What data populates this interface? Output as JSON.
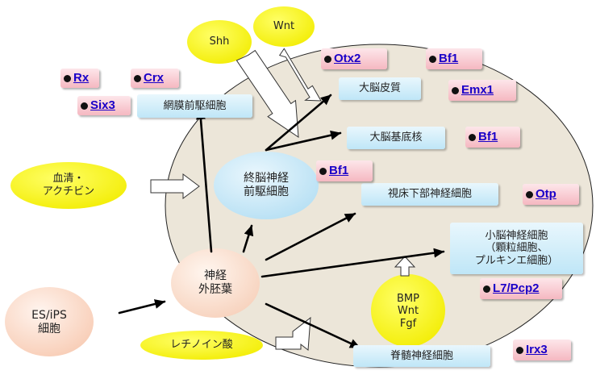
{
  "signals": {
    "shh": "Shh",
    "wnt": "Wnt",
    "serum_activin": [
      "血清・",
      "アクチビン"
    ],
    "retinoic_acid": "レチノイン酸",
    "bmp_wnt_fgf": [
      "BMP",
      "Wnt",
      "Fgf"
    ]
  },
  "sources": {
    "es_ips": [
      "ES/iPS",
      "細胞"
    ],
    "neuroectoderm": [
      "神経",
      "外胚葉"
    ],
    "telencephalic_progenitor": [
      "終脳神経",
      "前駆細胞"
    ]
  },
  "cells": {
    "retinal_progenitor": "網膜前駆細胞",
    "cerebral_cortex": "大脳皮質",
    "basal_ganglia": "大脳基底核",
    "hypothalamic_neuron": "視床下部神経細胞",
    "cerebellar_neuron": [
      "小脳神経細胞",
      "（顆粒細胞、",
      "プルキンエ細胞）"
    ],
    "spinal_neuron": "脊髄神経細胞"
  },
  "genes": {
    "rx": "Rx",
    "crx": "Crx",
    "six3": "Six3",
    "otx2": "Otx2",
    "bf1_top": "Bf1",
    "emx1": "Emx1",
    "bf1_mid": "Bf1",
    "bf1_left": "Bf1",
    "otp": "Otp",
    "l7_pcp2": "L7/Pcp2",
    "irx3": "Irx3"
  },
  "colors": {
    "region_fill": "#ece6d9",
    "bubble_yellow": "#ffff00",
    "cell_blue": "#bfe6f7",
    "gene_pink": "#f5b8c1",
    "gene_text": "#1a00c8",
    "arrow": "#000000",
    "neuroectoderm_fill": "#fbdccc",
    "es_fill": "#fbdccc",
    "progenitor_fill": "#c7e7f7"
  },
  "icons": {
    "gene_marker": "black-dot",
    "signal_arrow": "hollow-block-arrow",
    "differentiation_arrow": "solid-black-arrow"
  }
}
